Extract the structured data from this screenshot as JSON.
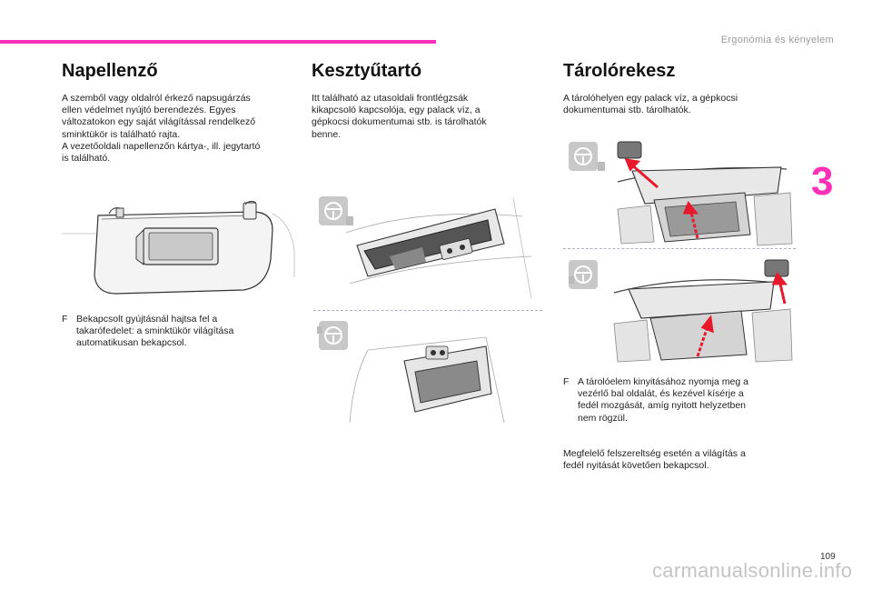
{
  "header": {
    "title": "Ergonómia és kényelem"
  },
  "chapter": {
    "number": "3"
  },
  "sections": {
    "napellenzo": {
      "title": "Napellenző",
      "body": [
        "A szemből vagy oldalról érkező napsugárzás",
        "ellen védelmet nyújtó berendezés. Egyes",
        "változatokon egy saját világítással rendelkező",
        "sminktükör is található rajta.",
        "A vezetőoldali napellenzőn kártya-, ill. jegytartó",
        "is található."
      ],
      "bullet": {
        "mark": "F",
        "lines": [
          "Bekapcsolt gyújtásnál hajtsa fel a",
          "takarófedelet: a sminktükör világítása",
          "automatikusan bekapcsol."
        ]
      }
    },
    "kesztyutarto": {
      "title": "Kesztyűtartó",
      "body": [
        "Itt található az utasoldali frontlégzsák",
        "kikapcsoló kapcsolója, egy palack víz, a",
        "gépkocsi dokumentumai stb. is tárolhatók",
        "benne."
      ]
    },
    "tarolorekesz": {
      "title": "Tárolórekesz",
      "body": [
        "A tárolóhelyen egy palack víz, a gépkocsi",
        "dokumentumai stb. tárolhatók."
      ],
      "bullet": {
        "mark": "F",
        "lines": [
          "A tárolóelem kinyitásához nyomja meg a",
          "vezérlő bal oldalát, és kezével kísérje a",
          "fedél mozgását, amíg nyitott helyzetben",
          "nem rögzül."
        ]
      },
      "note": [
        "Megfelelő felszereltség esetén a világítás a",
        "fedél nyitását követően bekapcsol."
      ]
    }
  },
  "page_number": "109",
  "watermark": "carmanualsonline.info",
  "colors": {
    "accent": "#ff2fb8",
    "arrow": "#e8192c"
  }
}
